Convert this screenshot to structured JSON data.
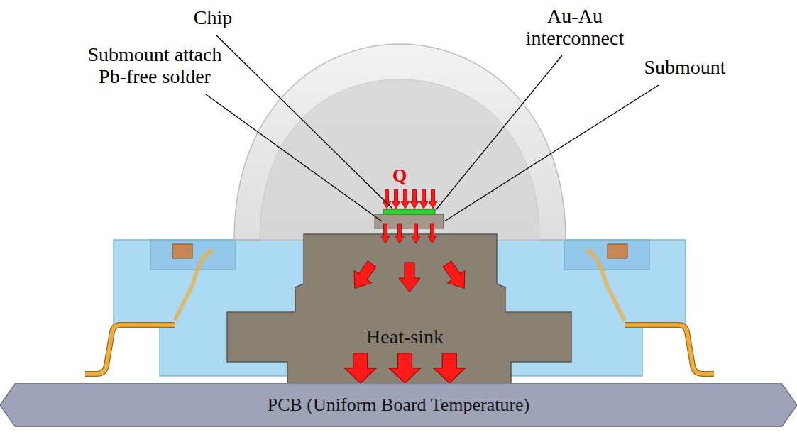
{
  "diagram": {
    "nodes": [
      {
        "text": [
          "Heat-sink"
        ]
      },
      {
        "text": [
          "PCB (Uniform Board Temperature)"
        ]
      }
    ],
    "edges": [
      {
        "from": 0,
        "to": 1,
        "arrow": "to"
      },
      {
        "from": 0,
        "to": 1,
        "arrow": "to"
      },
      {
        "from": 0,
        "to": 1,
        "arrow": "to"
      }
    ],
    "labels": [
      "Chip",
      "Au-Au interconnect",
      "Submount attach Pb-free solder",
      "Submount",
      "Q"
    ]
  }
}
